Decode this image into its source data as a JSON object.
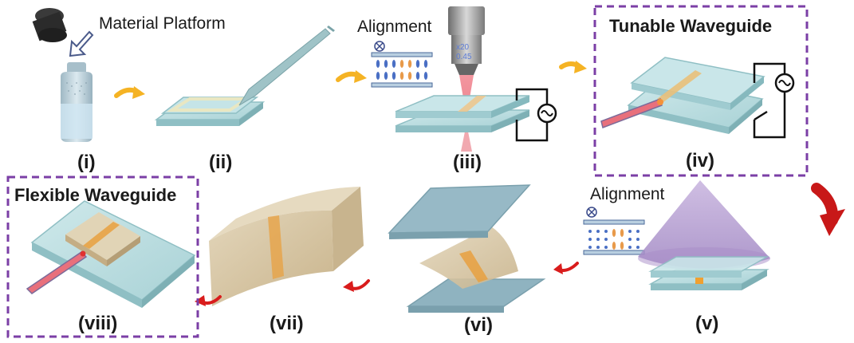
{
  "labels": {
    "material_platform": "Material Platform",
    "alignment_1": "Alignment",
    "alignment_2": "Alignment",
    "tunable_waveguide": "Tunable Waveguide",
    "flexible_waveguide": "Flexible Waveguide",
    "objective_mag": "x20",
    "objective_na": "0.45"
  },
  "steps": {
    "i": "(i)",
    "ii": "(ii)",
    "iii": "(iii)",
    "iv": "(iv)",
    "v": "(v)",
    "vi": "(vi)",
    "vii": "(vii)",
    "viii": "(viii)"
  },
  "colors": {
    "glass": "#b9dde0",
    "glass_edge": "#8fbfc4",
    "laser": "#e8707c",
    "highlight_box": "#7b3fa6",
    "arrow_orange": "#f5b324",
    "arrow_red": "#d91c1c",
    "cone": "#b59ad0",
    "film": "#d9c9a8",
    "channel": "#e8a040"
  },
  "icons": [
    "vial-icon",
    "spatula-icon",
    "objective-lens-icon",
    "ac-source-icon",
    "switch-icon",
    "alignment-cell-icon",
    "cone-icon",
    "curved-film-icon"
  ]
}
